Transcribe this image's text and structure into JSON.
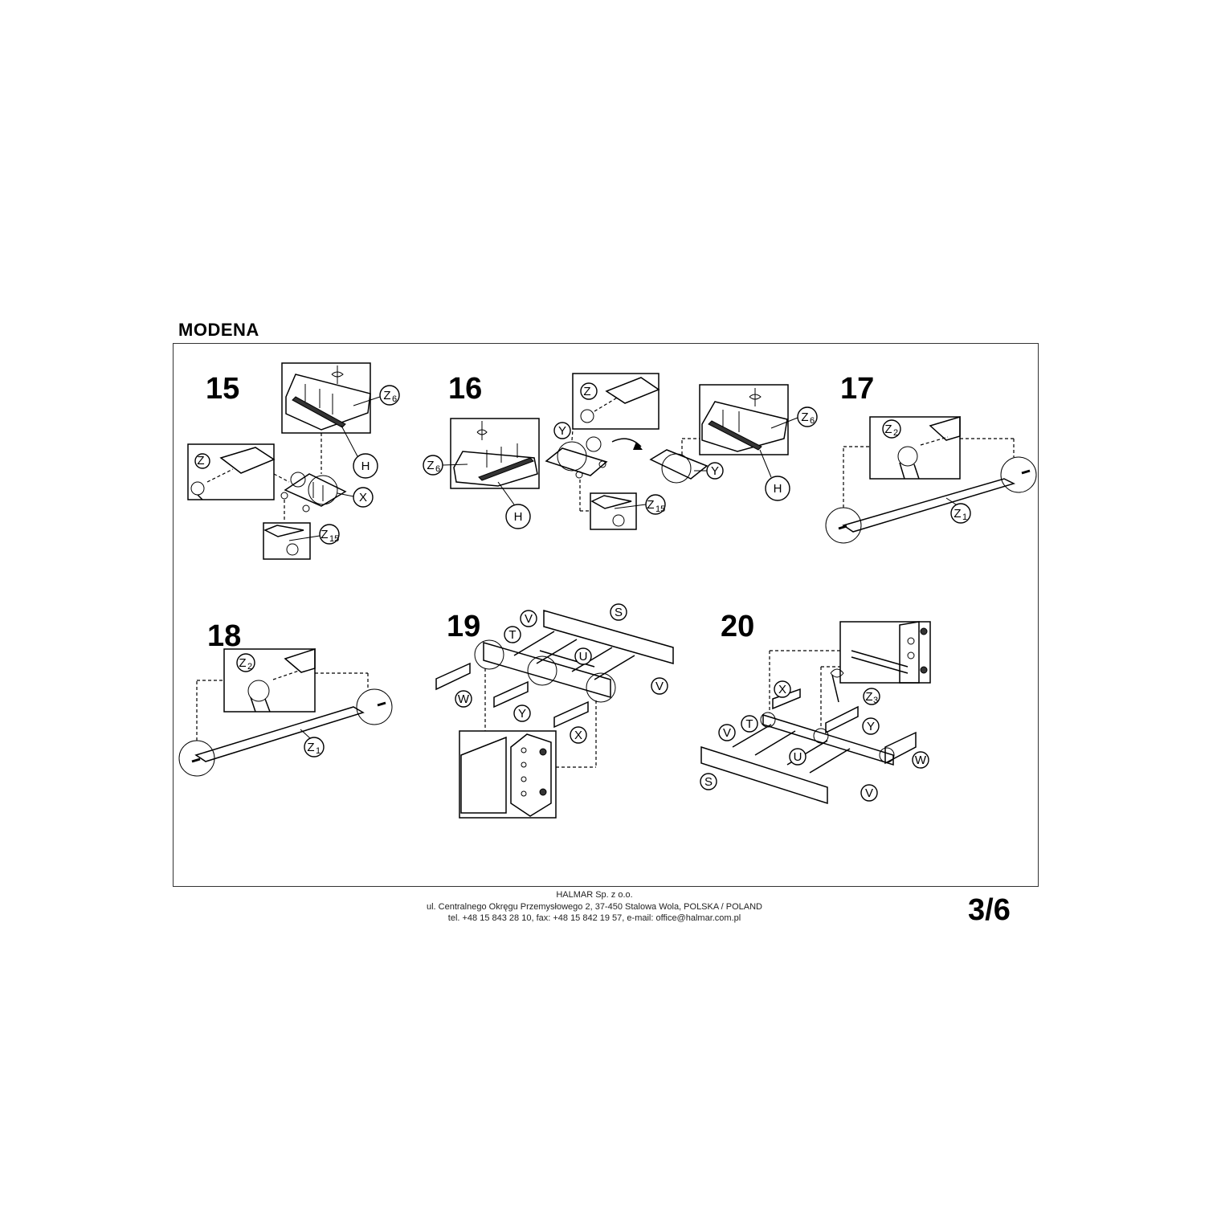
{
  "document": {
    "title": "MODENA",
    "page_number": "3/6"
  },
  "footer": {
    "company": "HALMAR Sp. z o.o.",
    "address": "ul. Centralnego Okręgu Przemysłowego 2, 37-450 Stalowa Wola, POLSKA / POLAND",
    "contact": "tel. +48 15 843 28 10, fax: +48 15 842 19 57, e-mail: office@halmar.com.pl"
  },
  "steps": {
    "s15": "15",
    "s16": "16",
    "s17": "17",
    "s18": "18",
    "s19": "19",
    "s20": "20"
  },
  "labels": {
    "H": "H",
    "X": "X",
    "Y": "Y",
    "S": "S",
    "T": "T",
    "U": "U",
    "V": "V",
    "W": "W",
    "Z": "Z",
    "sub1": "1",
    "sub2": "2",
    "sub3": "3",
    "sub6": "6",
    "sub15": "15"
  }
}
